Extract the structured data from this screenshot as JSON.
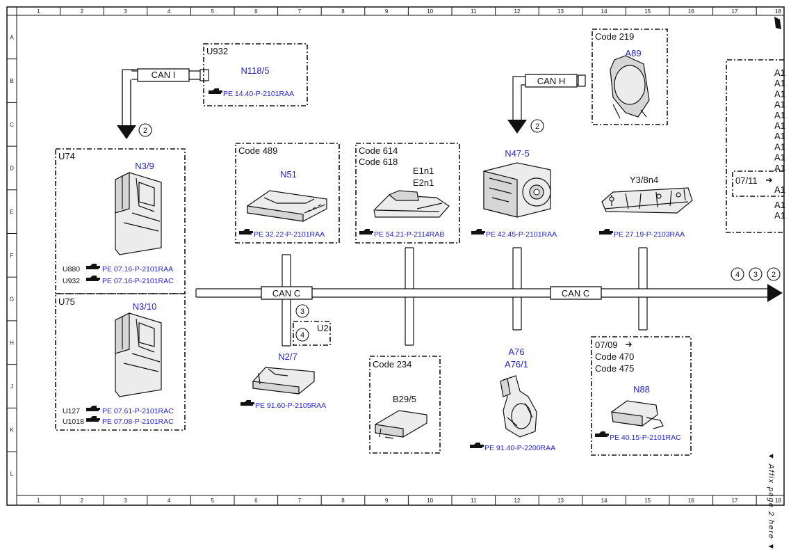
{
  "grid": {
    "columns": [
      "1",
      "2",
      "3",
      "4",
      "5",
      "6",
      "7",
      "8",
      "9",
      "10",
      "11",
      "12",
      "13",
      "14",
      "15",
      "16",
      "17",
      "18"
    ],
    "rows": [
      "A",
      "B",
      "C",
      "D",
      "E",
      "F",
      "G",
      "H",
      "J",
      "K",
      "L"
    ]
  },
  "side_note": "▼ Affix page 2 here ▼",
  "buses": {
    "can_i": "CAN I",
    "can_h": "CAN H",
    "can_c_left": "CAN C",
    "can_c_right": "CAN C",
    "refs": {
      "two_a": "2",
      "two_b": "2",
      "three": "3",
      "four": "4",
      "end4": "4",
      "end3": "3",
      "end2": "2"
    }
  },
  "u932_box": {
    "header": "U932",
    "id": "N118/5",
    "ref": "PE 14.40-P-2101RAA"
  },
  "u74_box": {
    "header": "U74",
    "id": "N3/9",
    "ref_rows": [
      {
        "code": "U880",
        "ref": "PE 07.16-P-2101RAA"
      },
      {
        "code": "U932",
        "ref": "PE 07.16-P-2101RAC"
      }
    ]
  },
  "u75_box": {
    "header": "U75",
    "id": "N3/10",
    "ref_rows": [
      {
        "code": "U127",
        "ref": "PE 07.61-P-2101RAC"
      },
      {
        "code": "U1018",
        "ref": "PE 07.08-P-2101RAC"
      }
    ]
  },
  "n51_box": {
    "header": "Code 489",
    "id": "N51",
    "ref": "PE 32.22-P-2101RAA"
  },
  "e1n1_box": {
    "header1": "Code 614",
    "header2": "Code 618",
    "id1": "E1n1",
    "id2": "E2n1",
    "ref": "PE 54.21-P-2114RAB"
  },
  "n47_5": {
    "id": "N47-5",
    "ref": "PE 42.45-P-2101RAA"
  },
  "a89_box": {
    "header": "Code 219",
    "id": "A89"
  },
  "y3_8n4": {
    "id": "Y3/8n4",
    "ref": "PE 27.19-P-2103RAA"
  },
  "n2_7": {
    "id": "N2/7",
    "ref": "PE 91.60-P-2105RAA",
    "u2": "U2"
  },
  "b29_5_box": {
    "header": "Code 234",
    "id": "B29/5"
  },
  "a76": {
    "id1": "A76",
    "id2": "A76/1",
    "ref": "PE 91.40-P-2200RAA"
  },
  "n88_box": {
    "header1": "07/09",
    "header2": "Code 470",
    "header3": "Code 475",
    "id": "N88",
    "ref": "PE 40.15-P-2101RAC"
  },
  "right_box": {
    "labels": [
      "A1",
      "A1",
      "A1",
      "A1",
      "A1",
      "A1",
      "A1",
      "A1",
      "A1",
      "A1"
    ],
    "connector": "07/11",
    "connector_label": "A1",
    "bottom_labels": [
      "A1",
      "A1"
    ]
  }
}
